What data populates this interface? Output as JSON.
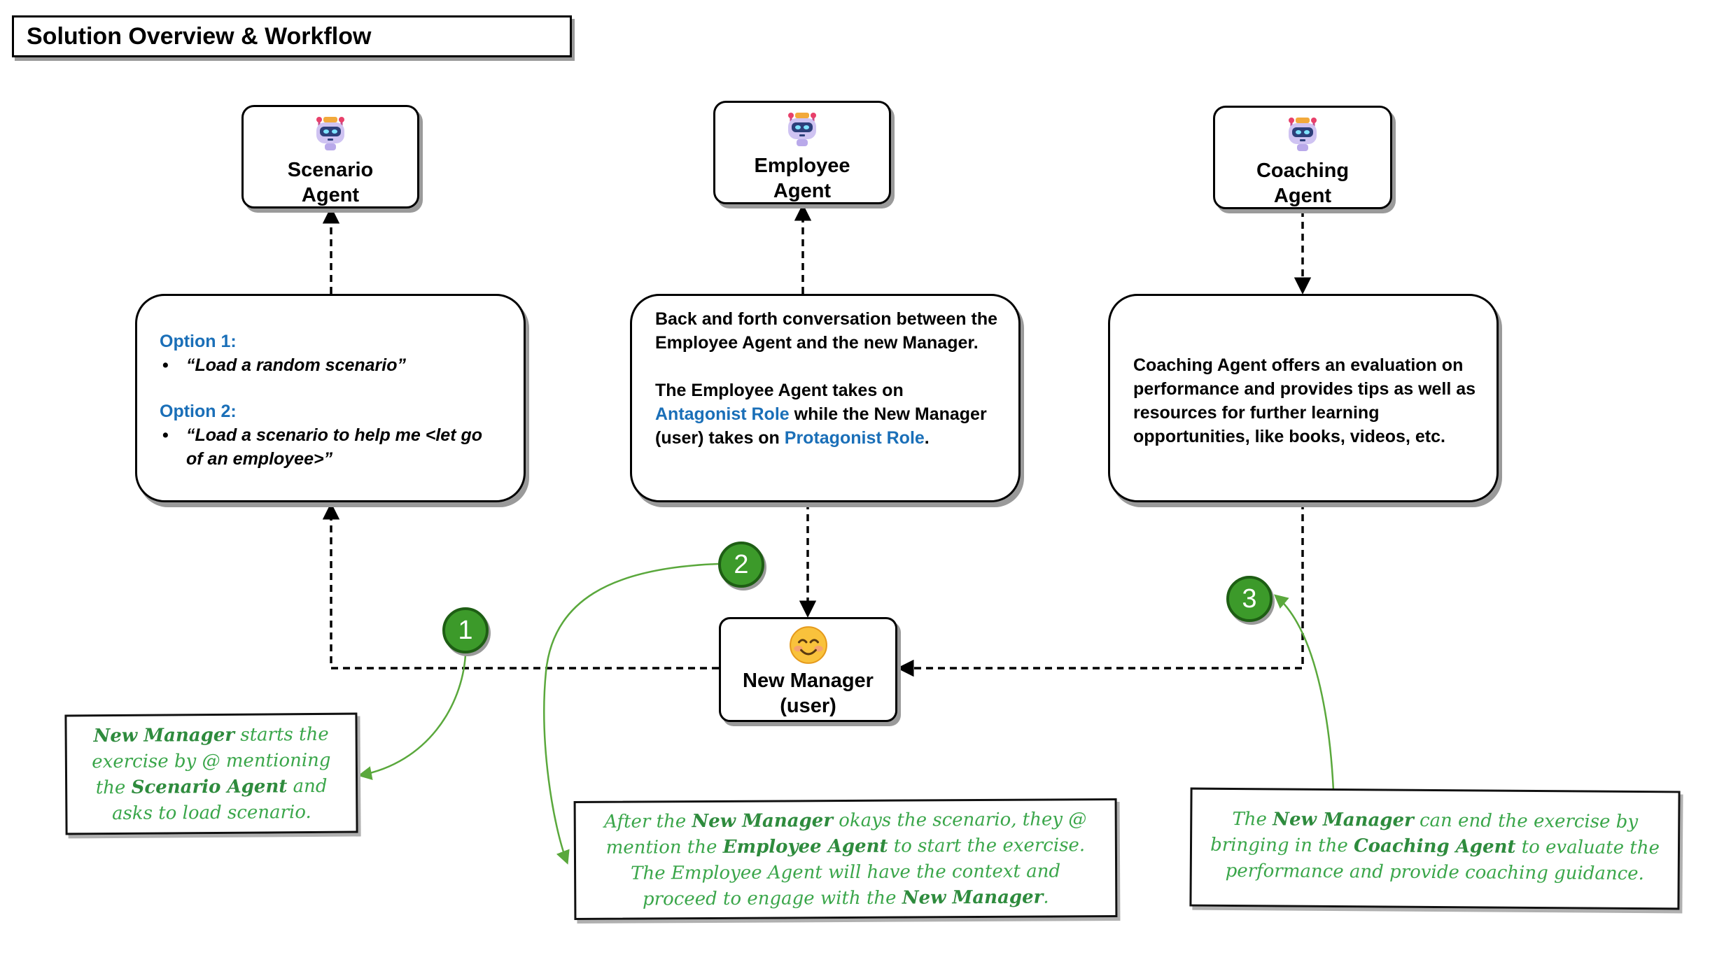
{
  "title": "Solution Overview & Workflow",
  "agents": {
    "scenario": {
      "line1": "Scenario",
      "line2": "Agent"
    },
    "employee": {
      "line1": "Employee",
      "line2": "Agent"
    },
    "coaching": {
      "line1": "Coaching",
      "line2": "Agent"
    }
  },
  "scenario_box": {
    "option1_title": "Option 1:",
    "option1_text": "“Load a random scenario”",
    "option2_title": "Option 2:",
    "option2_text": "“Load a scenario to help me <let go of an employee>”"
  },
  "employee_box": {
    "para1": "Back and forth conversation between the Employee Agent and the new Manager.",
    "para2_a": "The Employee Agent takes on ",
    "para2_role1": "Antagonist Role",
    "para2_b": " while the New Manager (user) takes on ",
    "para2_role2": "Protagonist Role",
    "para2_c": "."
  },
  "coaching_box": {
    "text": "Coaching Agent offers an evaluation on performance and provides tips as well as resources for further learning opportunities, like books, videos, etc."
  },
  "manager": {
    "line1": "New Manager",
    "line2": "(user)"
  },
  "steps": [
    "1",
    "2",
    "3"
  ],
  "notes": {
    "note1": {
      "b1": "New Manager",
      "t1": " starts the exercise by @ mentioning the ",
      "b2": "Scenario Agent",
      "t2": " and asks to load scenario."
    },
    "note2": {
      "t0": "After the ",
      "b1": "New Manager",
      "t1": " okays the scenario, they @ mention the ",
      "b2": "Employee Agent",
      "t2": " to start the exercise. The Employee Agent will have the context and proceed to engage with the ",
      "b3": "New Manager",
      "t3": "."
    },
    "note3": {
      "t0": "The ",
      "b1": "New Manager",
      "t1": " can end the exercise by bringing in the ",
      "b2": "Coaching Agent",
      "t2": " to evaluate the performance and provide coaching guidance."
    }
  },
  "icons": {
    "agent_icon": "robot-icon",
    "manager_icon": "smiling-face-icon"
  },
  "colors": {
    "accent_blue": "#1a6fb8",
    "step_green": "#3c9a2a",
    "note_green": "#3aa64a"
  }
}
